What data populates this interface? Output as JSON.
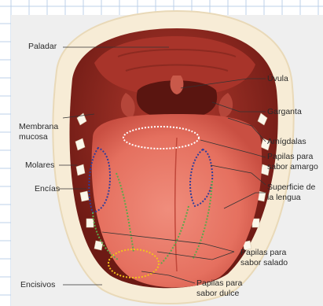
{
  "diagram": {
    "labels": {
      "paladar": "Paladar",
      "membrana": "Membrana\nmucosa",
      "molares": "Molares",
      "encias": "Encías",
      "encisivos": "Encisivos",
      "uvula": "Úvula",
      "garganta": "Garganta",
      "amigdalas": "Amígdalas",
      "papilas_amargo": "Papilas para\nsabor amargo",
      "superficie": "Superficie de\nla lengua",
      "papilas_salado": "Papilas para\nsabor salado",
      "papilas_dulce": "Papilas para\nsabor dulce"
    },
    "colors": {
      "grid_line": "#bcd0e8",
      "panel": "#efefef",
      "lips": "#f7ecd6",
      "mouth_dark": "#7b1f18",
      "palate": "#a8342a",
      "tongue": "#e5705f",
      "tongue_light": "#f08d7c",
      "zone_bitter": "#ffffff",
      "zone_sour": "#2f3d9a",
      "zone_salty": "#5aa84a",
      "zone_sweet": "#f3c21b"
    }
  }
}
